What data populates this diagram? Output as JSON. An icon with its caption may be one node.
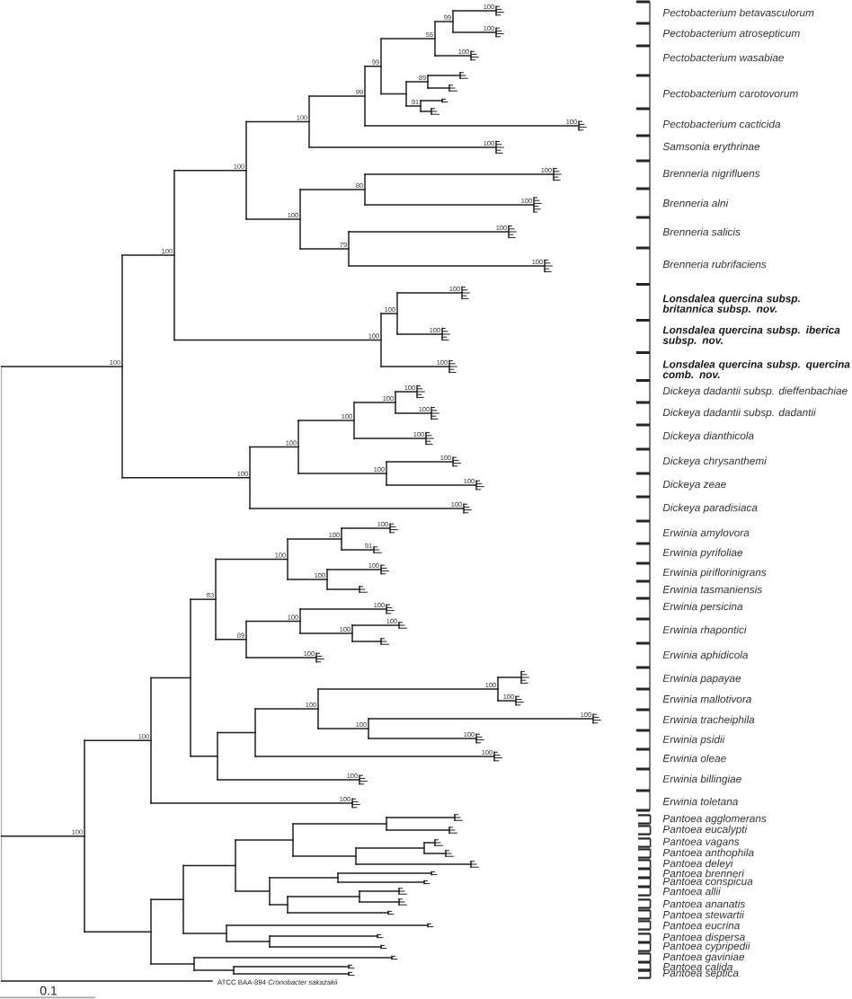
{
  "diagram": {
    "labels": [
      "100",
      "99",
      "100",
      "55",
      "100",
      "99",
      "89",
      "99",
      "91",
      "100",
      "100",
      "100",
      "100",
      "100",
      "80",
      "100",
      "100",
      "100",
      "79",
      "100",
      "100",
      "100",
      "100",
      "100",
      "100",
      "100",
      "100",
      "100",
      "100",
      "100",
      "100",
      "100",
      "100",
      "100",
      "100",
      "100",
      "100",
      "100",
      "100",
      "100",
      "91",
      "100",
      "100",
      "100",
      "83",
      "100",
      "100",
      "100",
      "100",
      "89",
      "100",
      "100",
      "100",
      "100",
      "100",
      "100",
      "100",
      "100",
      "100",
      "100",
      "100",
      "100",
      "ATCC BAA-894 *Cronobacter sakazakii*",
      "0.1",
      "Pectobacterium betavasculorum",
      "Pectobacterium atrosepticum",
      "Pectobacterium wasabiae",
      "Pectobacterium carotovorum",
      "Pectobacterium cacticida",
      "Samsonia erythrinae",
      "Brenneria nigrifluens",
      "Brenneria alni",
      "Brenneria salicis",
      "Brenneria rubrifaciens",
      "Lonsdalea quercina subsp. britannica subsp. nov.",
      "Lonsdalea quercina subsp. iberica subsp. nov.",
      "Lonsdalea quercina subsp. quercina comb. nov.",
      "Dickeya dadantii subsp. dieffenbachiae",
      "Dickeya dadantii subsp. dadantii",
      "Dickeya dianthicola",
      "Dickeya chrysanthemi",
      "Dickeya zeae",
      "Dickeya paradisiaca",
      "Erwinia amylovora",
      "Erwinia pyrifoliae",
      "Erwinia piriflorinigrans",
      "Erwinia tasmaniensis",
      "Erwinia persicina",
      "Erwinia rhapontici",
      "Erwinia aphidicola",
      "Erwinia papayae",
      "Erwinia mallotivora",
      "Erwinia tracheiphila",
      "Erwinia psidii",
      "Erwinia oleae",
      "Erwinia billingiae",
      "Erwinia toletana",
      "Pantoea agglomerans",
      "Pantoea eucalypti",
      "Pantoea vagans",
      "Pantoea anthophila",
      "Pantoea deleyi",
      "Pantoea brenneri",
      "Pantoea conspicua",
      "Pantoea allii",
      "Pantoea ananatis",
      "Pantoea stewartii",
      "Pantoea eucrina",
      "Pantoea dispersa",
      "Pantoea cypripedii",
      "Pantoea gaviniae",
      "Pantoea calida",
      "Pantoea septica"
    ]
  }
}
